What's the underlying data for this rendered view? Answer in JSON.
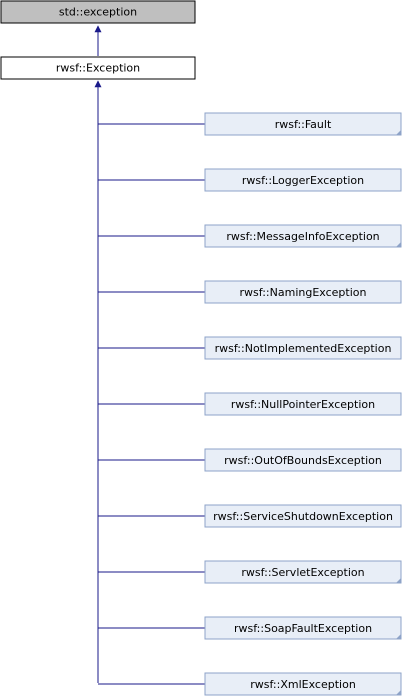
{
  "diagram": {
    "root": {
      "label": "std::exception",
      "fill": "#bfbfbf",
      "stroke": "#000000"
    },
    "base": {
      "label": "rwsf::Exception",
      "fill": "#ffffff",
      "stroke": "#000000"
    },
    "children": [
      {
        "label": "rwsf::Fault",
        "has_more": true
      },
      {
        "label": "rwsf::LoggerException",
        "has_more": false
      },
      {
        "label": "rwsf::MessageInfoException",
        "has_more": true
      },
      {
        "label": "rwsf::NamingException",
        "has_more": false
      },
      {
        "label": "rwsf::NotImplementedException",
        "has_more": false
      },
      {
        "label": "rwsf::NullPointerException",
        "has_more": false
      },
      {
        "label": "rwsf::OutOfBoundsException",
        "has_more": false
      },
      {
        "label": "rwsf::ServiceShutdownException",
        "has_more": false
      },
      {
        "label": "rwsf::ServletException",
        "has_more": true
      },
      {
        "label": "rwsf::SoapFaultException",
        "has_more": true
      },
      {
        "label": "rwsf::XmlException",
        "has_more": true
      }
    ],
    "colors": {
      "edge": "#1a1a8a",
      "child_fill": "#e8eef7",
      "child_stroke": "#8ea3c8",
      "text": "#000000"
    }
  }
}
